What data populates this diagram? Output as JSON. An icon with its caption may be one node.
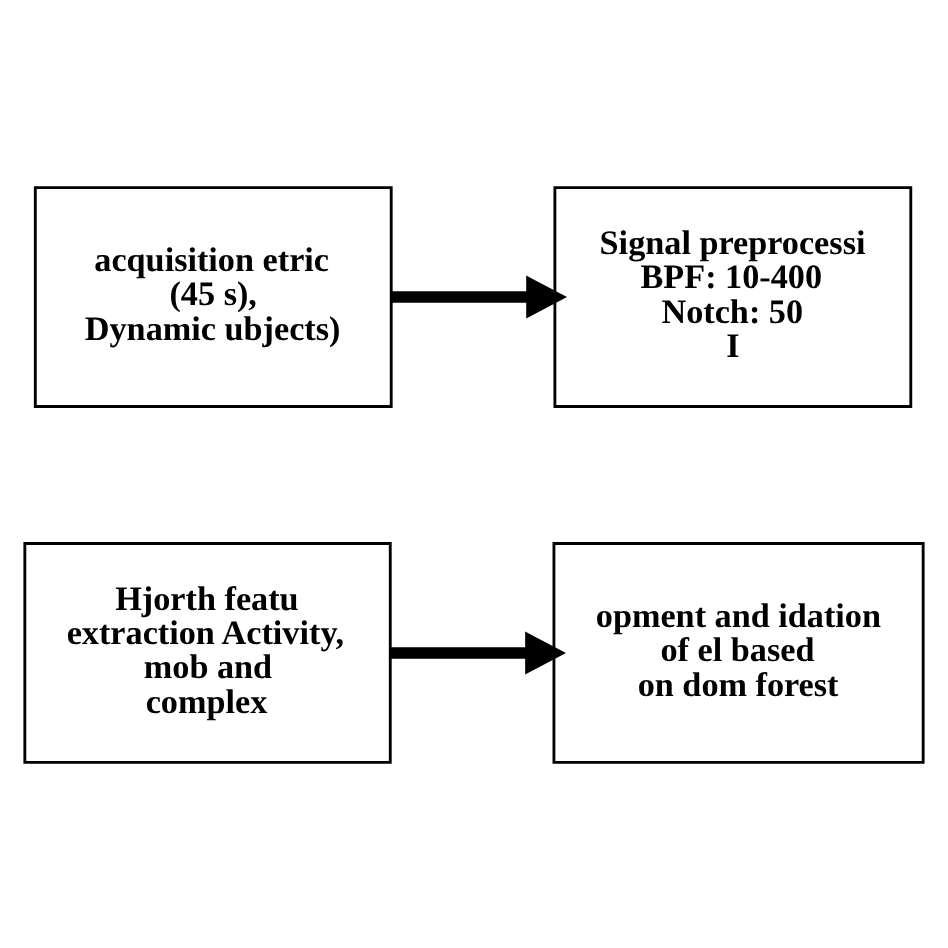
{
  "diagram": {
    "nodes": [
      {
        "text": [
          "acquisition etric (45 s), Dynamic ubjects)"
        ]
      },
      {
        "text": [
          "Signal preprocessi BPF: 10-400 Notch: 50 I"
        ]
      },
      {
        "text": [
          "Hjorth featu extraction Activity, mob and complex"
        ]
      },
      {
        "text": [
          "opment and idation of el based on dom forest"
        ]
      }
    ],
    "edges": [
      {
        "from": 0,
        "to": 1,
        "arrow": "to"
      },
      {
        "from": 2,
        "to": 3,
        "arrow": "to"
      }
    ]
  }
}
